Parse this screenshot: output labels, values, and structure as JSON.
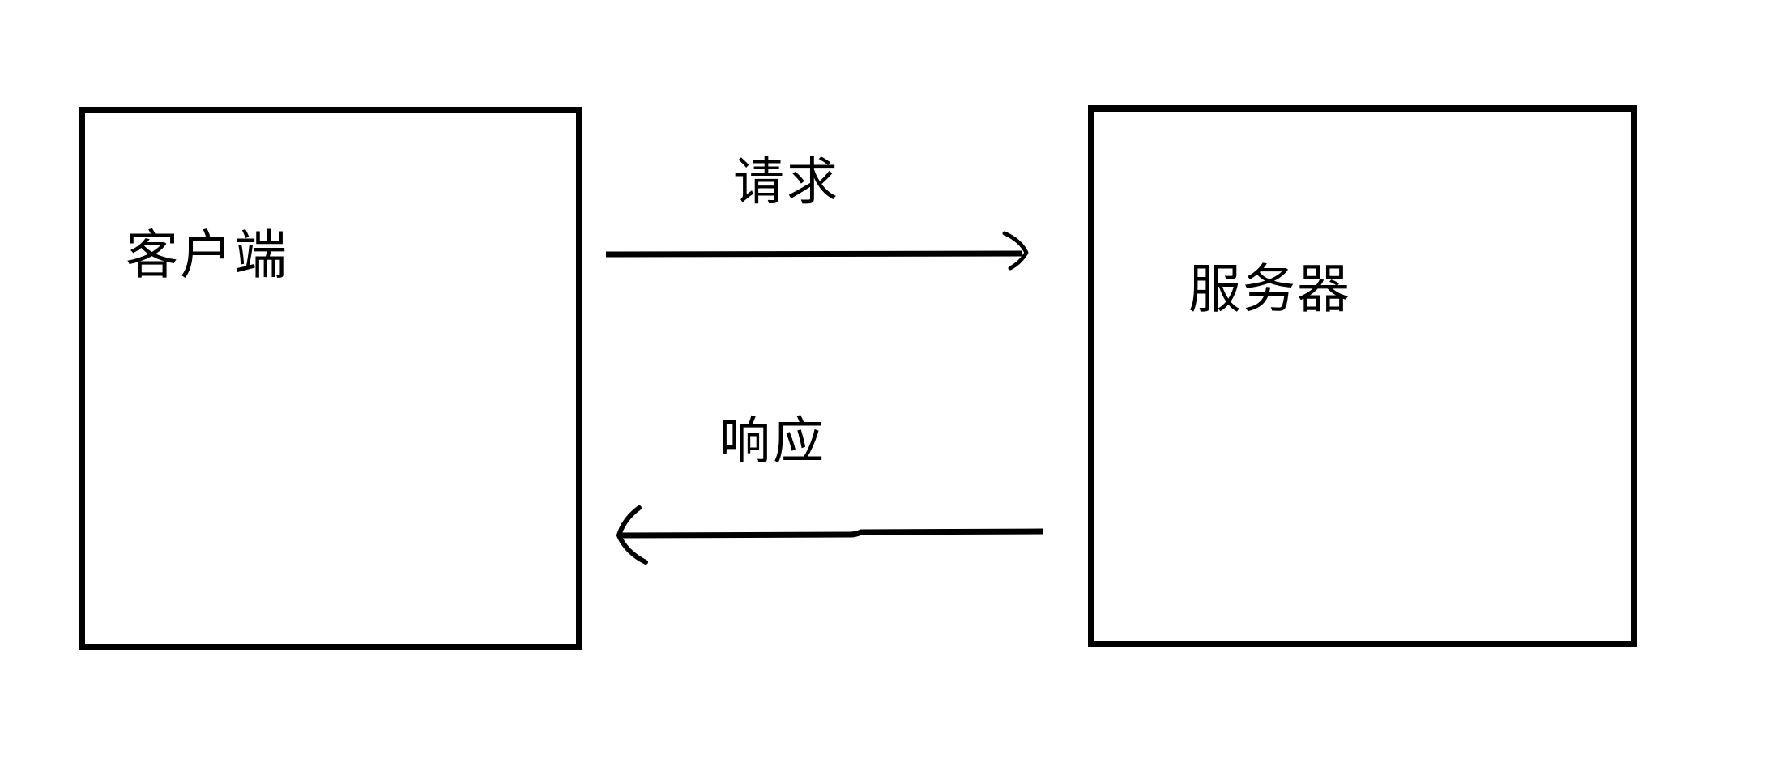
{
  "colors": {
    "ink": "#000000",
    "background": "#ffffff"
  },
  "diagram": {
    "type": "client-server-flow",
    "nodes": [
      {
        "id": "client",
        "label": "客户端"
      },
      {
        "id": "server",
        "label": "服务器"
      }
    ],
    "edges": [
      {
        "id": "request",
        "from": "client",
        "to": "server",
        "label": "请求",
        "direction": "left-to-right"
      },
      {
        "id": "response",
        "from": "server",
        "to": "client",
        "label": "响应",
        "direction": "right-to-left"
      }
    ]
  }
}
